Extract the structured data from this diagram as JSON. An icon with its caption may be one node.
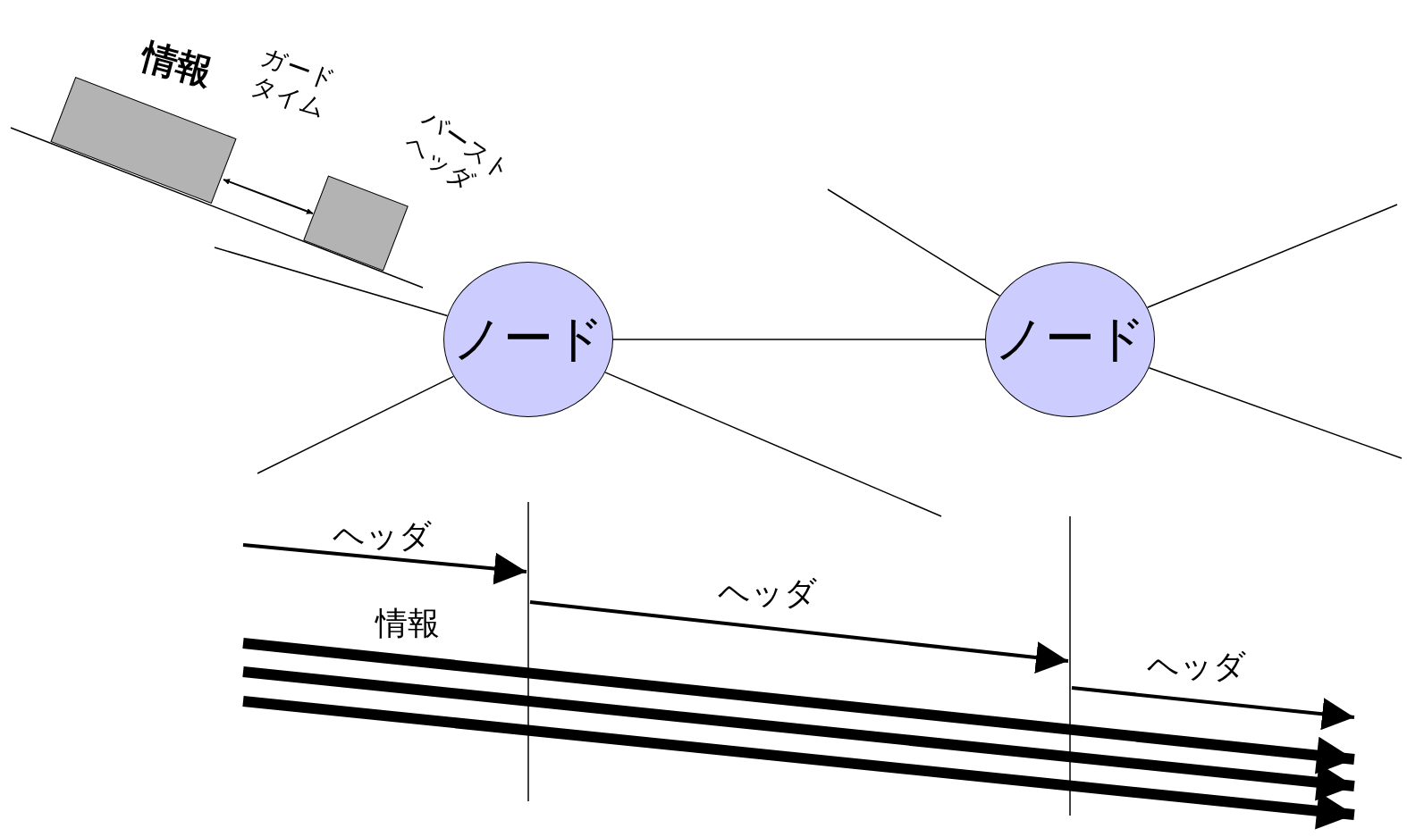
{
  "diagram": {
    "nodes": [
      {
        "text": [
          "情報"
        ]
      },
      {
        "text": [
          "バーストヘッダ"
        ]
      },
      {
        "text": [
          "ノード"
        ]
      },
      {
        "text": [
          "ノード"
        ]
      }
    ],
    "edges": [
      {
        "from": 2,
        "to": 3,
        "arrow": "none"
      },
      {
        "from": null,
        "to": 2,
        "arrow": "none"
      },
      {
        "from": null,
        "to": 2,
        "arrow": "none"
      },
      {
        "from": 2,
        "to": null,
        "arrow": "none"
      },
      {
        "from": null,
        "to": 3,
        "arrow": "none"
      },
      {
        "from": 3,
        "to": null,
        "arrow": "none"
      },
      {
        "from": 3,
        "to": null,
        "arrow": "none"
      },
      {
        "from": 0,
        "to": 1,
        "arrow": "both"
      }
    ],
    "labels": [
      "ガードタイム",
      "ヘッダ",
      "ヘッダ",
      "情報",
      "ヘッダ"
    ]
  }
}
